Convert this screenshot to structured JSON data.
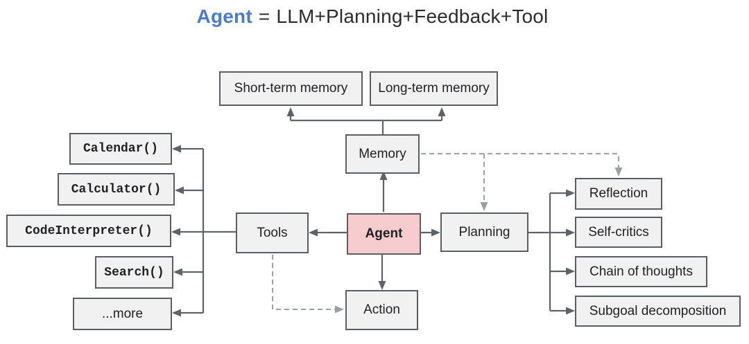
{
  "title": {
    "highlight": "Agent",
    "equals": "=",
    "rest": "LLM+Planning+Feedback+Tool"
  },
  "nodes": {
    "short_term_memory": {
      "label": "Short-term memory"
    },
    "long_term_memory": {
      "label": "Long-term memory"
    },
    "memory": {
      "label": "Memory"
    },
    "tools": {
      "label": "Tools"
    },
    "agent": {
      "label": "Agent"
    },
    "planning": {
      "label": "Planning"
    },
    "action": {
      "label": "Action"
    },
    "calendar": {
      "label": "Calendar()"
    },
    "calculator": {
      "label": "Calculator()"
    },
    "code_interpreter": {
      "label": "CodeInterpreter()"
    },
    "search": {
      "label": "Search()"
    },
    "more": {
      "label": "...more"
    },
    "reflection": {
      "label": "Reflection"
    },
    "self_critics": {
      "label": "Self-critics"
    },
    "chain_of_thoughts": {
      "label": "Chain of thoughts"
    },
    "subgoal_decomposition": {
      "label": "Subgoal decomposition"
    }
  },
  "colors": {
    "accent_blue": "#4a7bd0",
    "agent_fill": "#f6cccf",
    "node_fill": "#f1f1f1",
    "node_border": "#5a5d61",
    "connector": "#5f6368",
    "dashed_connector": "#9aa0a6"
  }
}
